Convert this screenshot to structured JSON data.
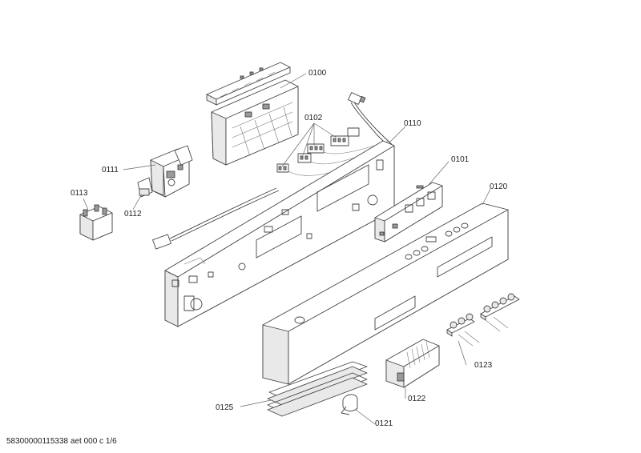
{
  "diagram": {
    "labels": {
      "p0100": "0100",
      "p0101": "0101",
      "p0102": "0102",
      "p0110": "0110",
      "p0111": "0111",
      "p0112": "0112",
      "p0113": "0113",
      "p0120": "0120",
      "p0121": "0121",
      "p0122": "0122",
      "p0123": "0123",
      "p0125": "0125"
    },
    "footer": "58300000115338 aet 000 c 1/6"
  }
}
